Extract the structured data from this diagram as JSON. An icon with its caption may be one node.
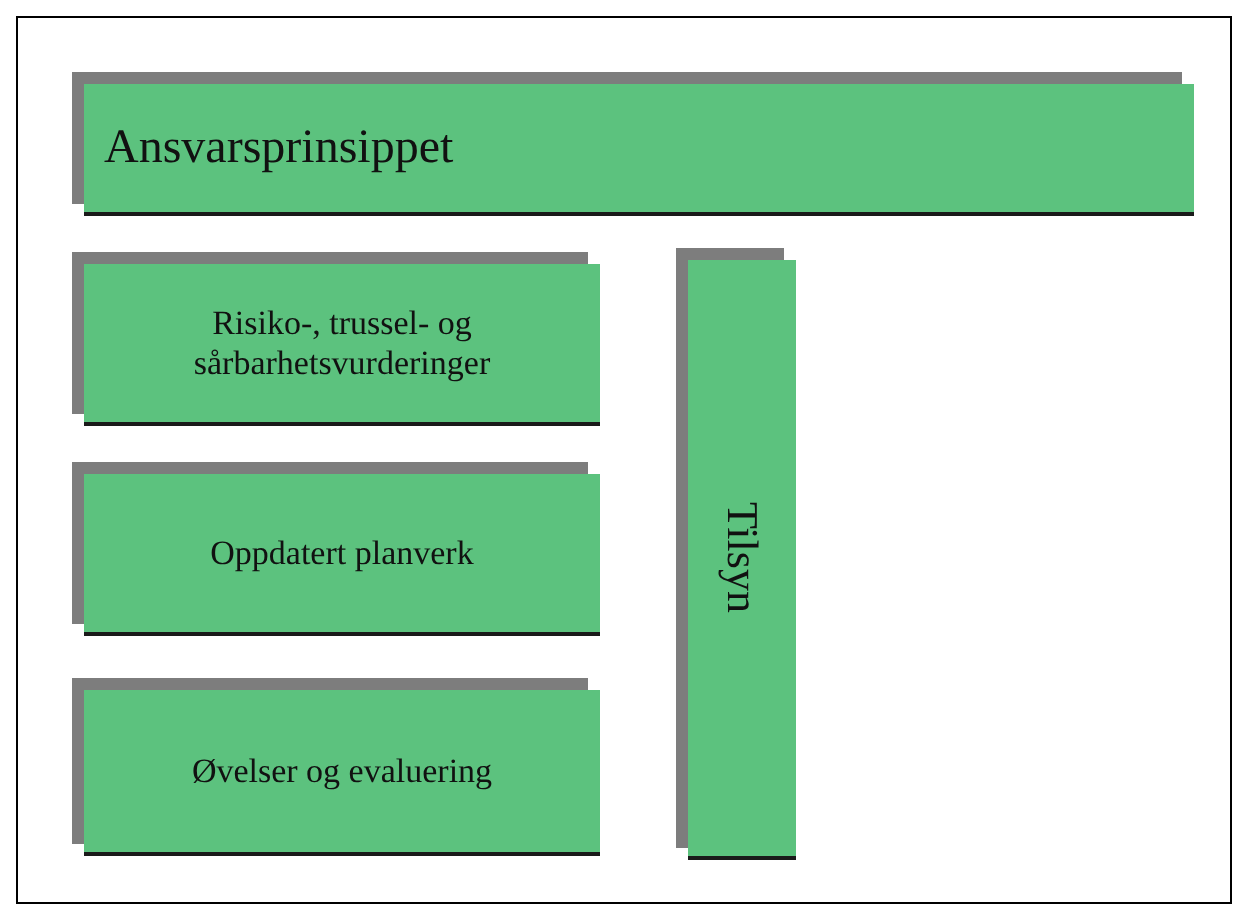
{
  "diagram": {
    "nodes": [
      {
        "text": [
          "Ansvarsprinsippet"
        ]
      },
      {
        "text": [
          "Risiko-, trussel- og sårbarhetsvurderinger"
        ]
      },
      {
        "text": [
          "Oppdatert planverk"
        ]
      },
      {
        "text": [
          "Øvelser og evaluering"
        ]
      },
      {
        "text": [
          "Tilsyn"
        ]
      }
    ]
  }
}
